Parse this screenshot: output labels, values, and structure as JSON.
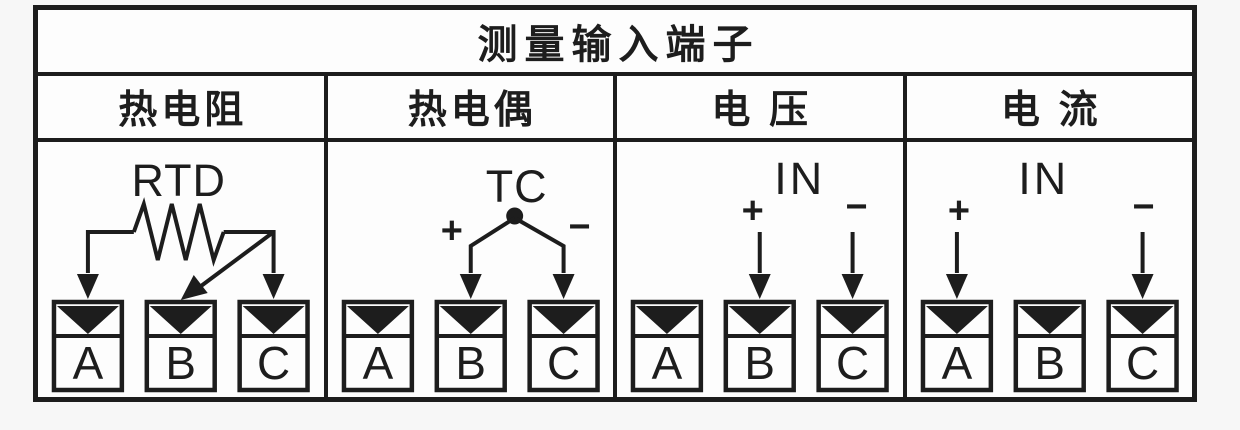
{
  "colors": {
    "ink": "#1d1d1d",
    "paper": "#f7f7f7",
    "cell": "#fdfdfd"
  },
  "table": {
    "title": "测量输入端子",
    "columns": [
      {
        "header": "热电阻",
        "diagram": {
          "sensor_label": "RTD",
          "terminals": [
            "A",
            "B",
            "C"
          ]
        }
      },
      {
        "header": "热电偶",
        "diagram": {
          "sensor_label": "TC",
          "polarity_positive": "+",
          "polarity_negative": "−",
          "terminals": [
            "A",
            "B",
            "C"
          ]
        }
      },
      {
        "header": "电 压",
        "diagram": {
          "sensor_label": "IN",
          "polarity_positive": "+",
          "polarity_negative": "−",
          "terminals": [
            "A",
            "B",
            "C"
          ]
        }
      },
      {
        "header": "电 流",
        "diagram": {
          "sensor_label": "IN",
          "polarity_positive": "+",
          "polarity_negative": "−",
          "terminals": [
            "A",
            "B",
            "C"
          ]
        }
      }
    ]
  }
}
